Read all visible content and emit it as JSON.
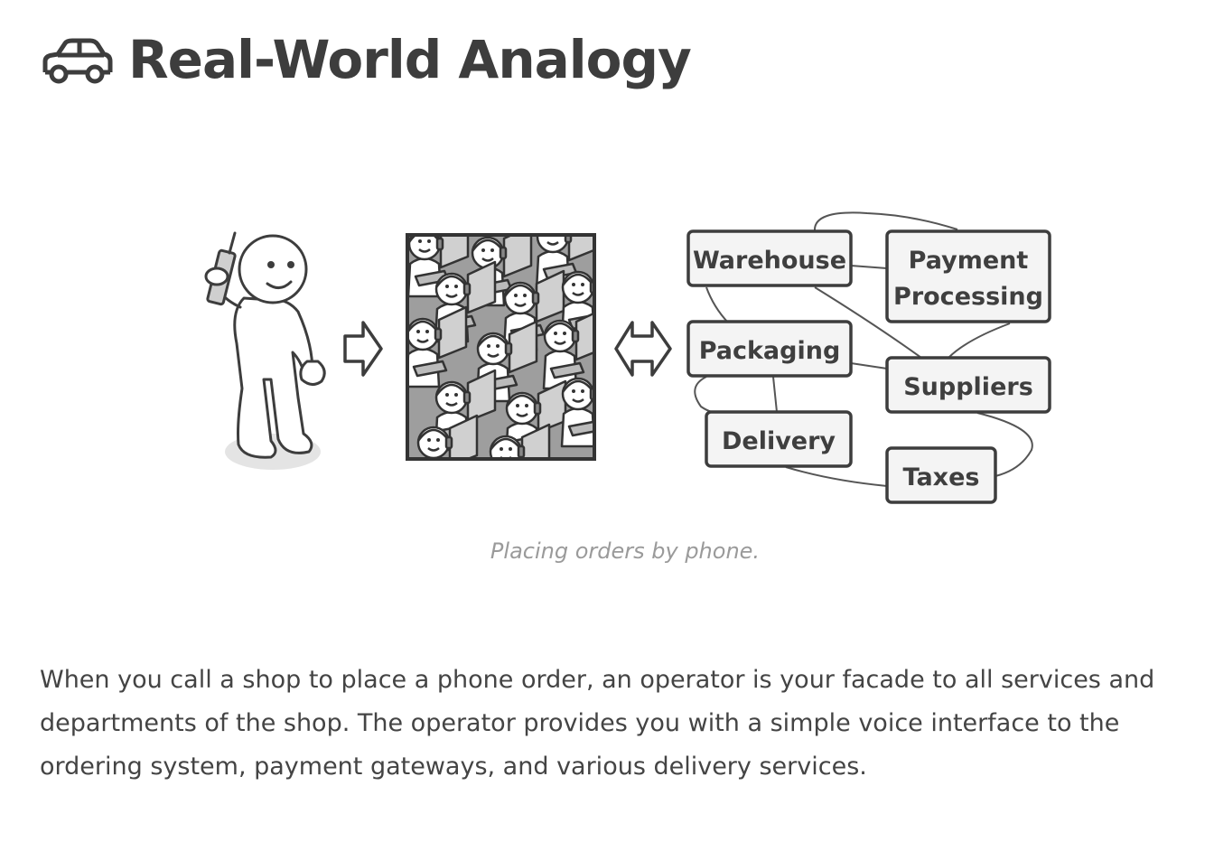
{
  "heading": {
    "icon": "car-icon",
    "title": "Real-World Analogy"
  },
  "diagram": {
    "nodes": {
      "warehouse": "Warehouse",
      "payment_line1": "Payment",
      "payment_line2": "Processing",
      "packaging": "Packaging",
      "suppliers": "Suppliers",
      "delivery": "Delivery",
      "taxes": "Taxes"
    },
    "icons": [
      "person-on-phone-icon",
      "arrow-right-icon",
      "call-center-operators-icon",
      "double-arrow-icon"
    ]
  },
  "caption": "Placing orders by phone.",
  "paragraph": "When you call a shop to place a phone order, an operator is your facade to all services and departments of the shop. The operator provides you with a simple voice interface to the ordering system, payment gateways, and various delivery services.",
  "colors": {
    "text": "#3d3d3d",
    "stroke": "#444444",
    "caption": "#9a9a9a",
    "box_fill": "#f3f3f3"
  }
}
